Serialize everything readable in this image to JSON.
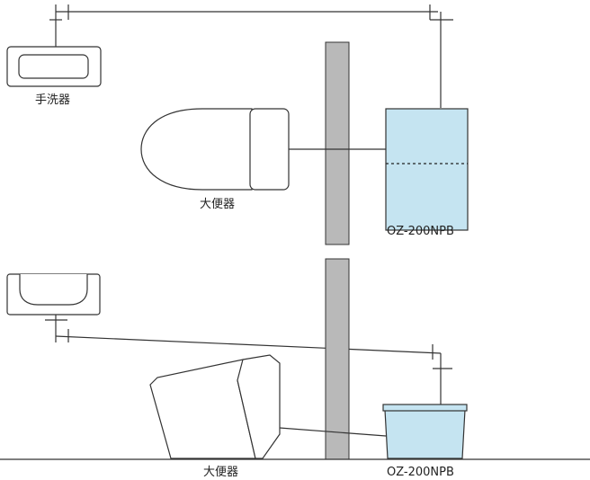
{
  "upper": {
    "handwash_label": "手洗器",
    "toilet_label": "大便器",
    "tank_label": "OZ-200NPB"
  },
  "lower": {
    "toilet_label": "大便器",
    "tank_label": "OZ-200NPB"
  },
  "colors": {
    "tank_fill": "#c5e4f1",
    "wall_fill": "#b9b9b9",
    "line": "#333333"
  }
}
